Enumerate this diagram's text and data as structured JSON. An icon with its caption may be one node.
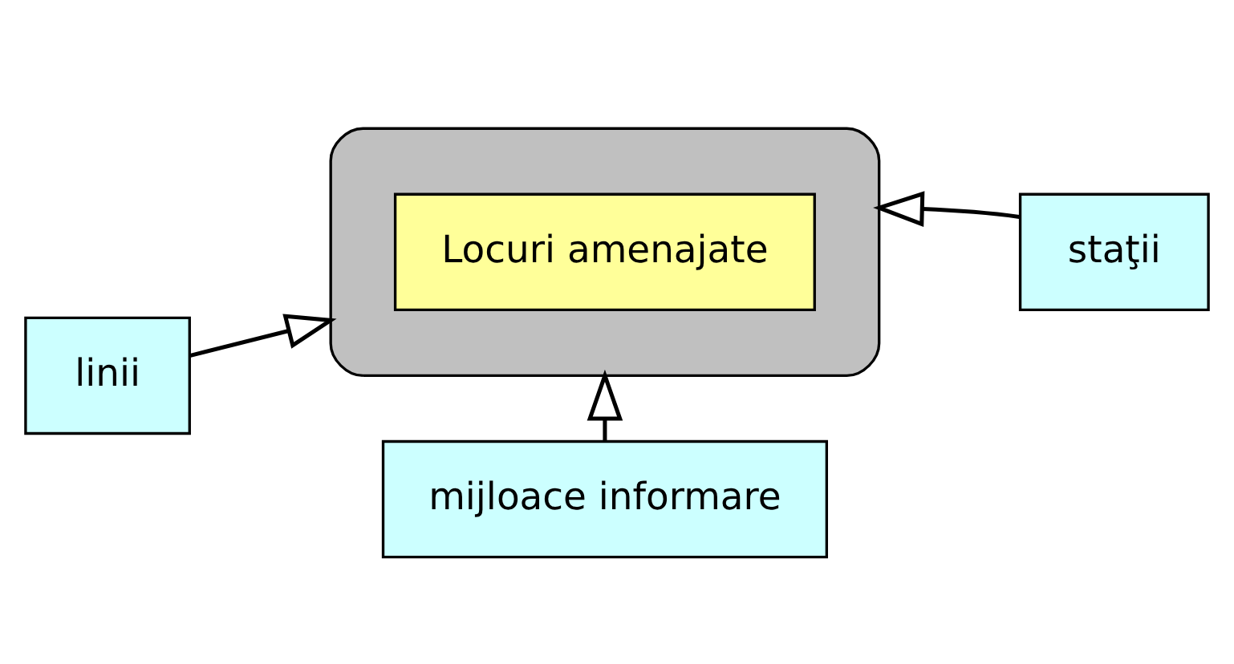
{
  "diagram": {
    "nodes": [
      {
        "text": [],
        "shape": "cylinder"
      },
      {
        "text": [
          "Locuri amenajate"
        ],
        "in": 0
      },
      {
        "text": [
          "linii"
        ]
      },
      {
        "text": [
          "staţii"
        ]
      },
      {
        "text": [
          "mijloace informare"
        ]
      }
    ],
    "edges": [
      {
        "from": 2,
        "to": 0,
        "arrow": "to"
      },
      {
        "from": 3,
        "to": 0,
        "arrow": "to"
      },
      {
        "from": 4,
        "to": 0,
        "arrow": "to"
      }
    ]
  }
}
